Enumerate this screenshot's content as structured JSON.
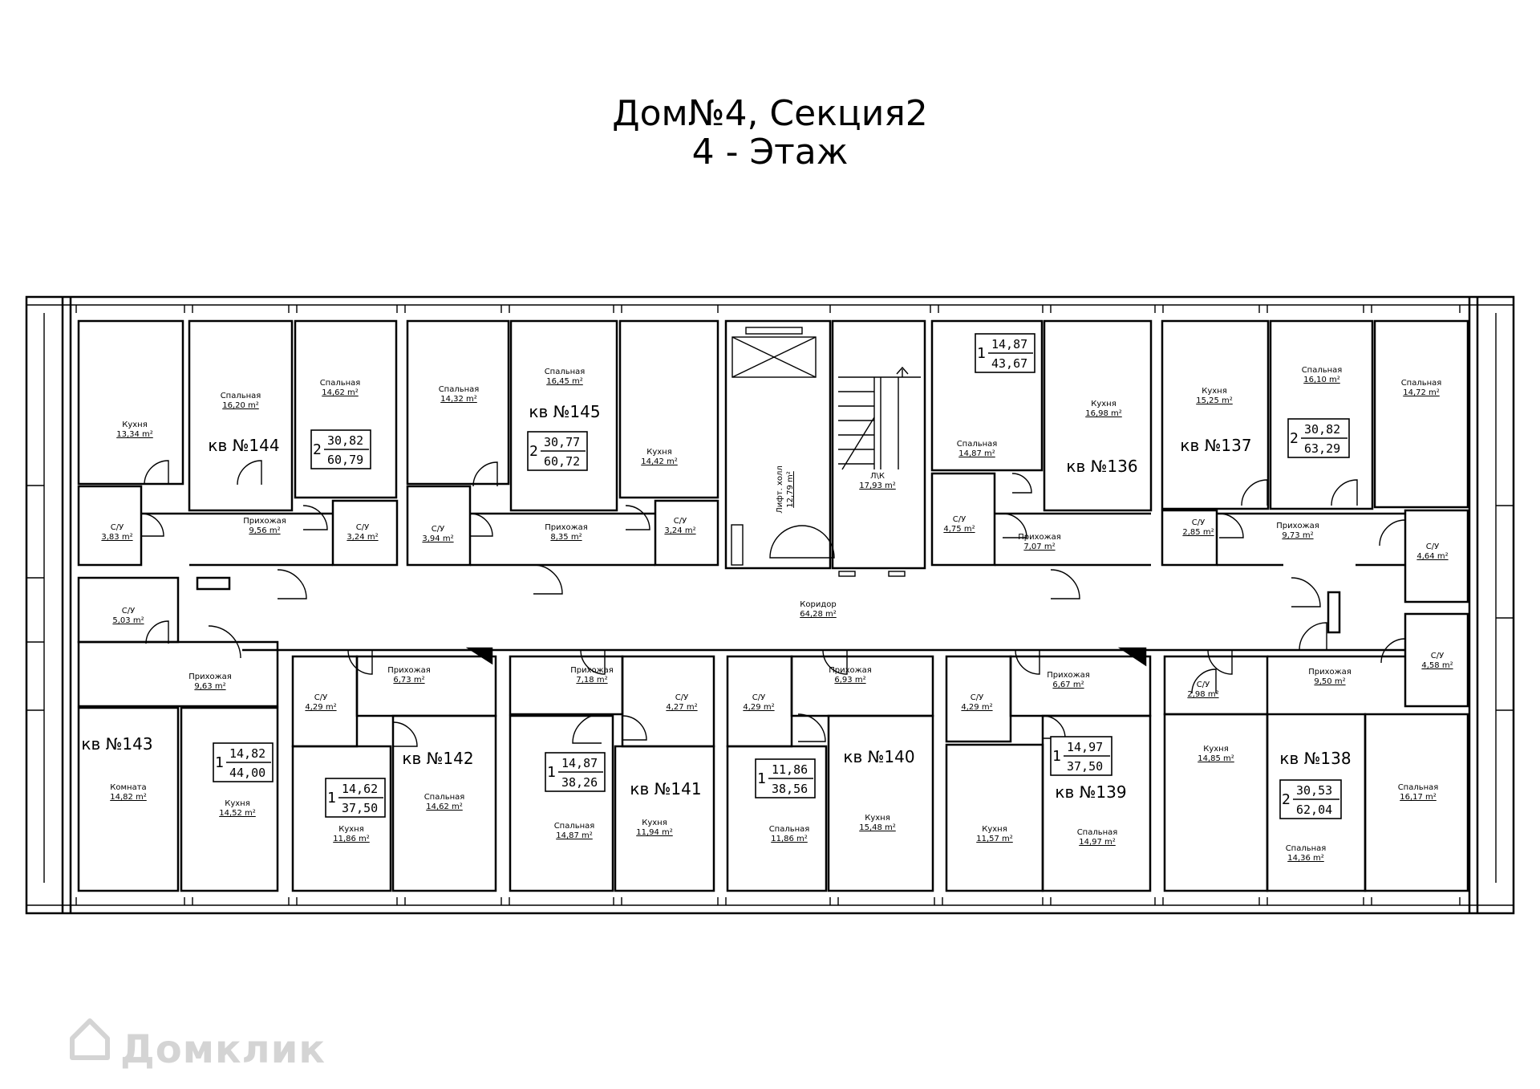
{
  "title": {
    "line1": "Дом№4, Секция2",
    "line2": "4 - Этаж"
  },
  "watermark": "Домклик",
  "apartments": [
    {
      "id": "apt-144",
      "label": "кв №144",
      "rooms": "2",
      "living": "30,82",
      "total": "60,79"
    },
    {
      "id": "apt-145",
      "label": "кв №145",
      "rooms": "2",
      "living": "30,77",
      "total": "60,72"
    },
    {
      "id": "apt-136",
      "label": "кв №136",
      "rooms": "1",
      "living": "14,87",
      "total": "43,67"
    },
    {
      "id": "apt-137",
      "label": "кв №137",
      "rooms": "2",
      "living": "30,82",
      "total": "63,29"
    },
    {
      "id": "apt-143",
      "label": "кв №143",
      "rooms": "1",
      "living": "14,82",
      "total": "44,00"
    },
    {
      "id": "apt-142",
      "label": "кв №142",
      "rooms": "1",
      "living": "14,62",
      "total": "37,50"
    },
    {
      "id": "apt-141",
      "label": "кв №141",
      "rooms": "1",
      "living": "14,87",
      "total": "38,26"
    },
    {
      "id": "apt-140",
      "label": "кв №140",
      "rooms": "1",
      "living": "11,86",
      "total": "38,56"
    },
    {
      "id": "apt-139",
      "label": "кв №139",
      "rooms": "1",
      "living": "14,97",
      "total": "37,50"
    },
    {
      "id": "apt-138",
      "label": "кв №138",
      "rooms": "2",
      "living": "30,53",
      "total": "62,04"
    }
  ],
  "rooms": [
    {
      "name": "Кухня",
      "area": "13,34 m²"
    },
    {
      "name": "Спальная",
      "area": "16,20 m²"
    },
    {
      "name": "Спальная",
      "area": "14,62 m²"
    },
    {
      "name": "С/У",
      "area": "3,83 m²"
    },
    {
      "name": "Прихожая",
      "area": "9,56 m²"
    },
    {
      "name": "С/У",
      "area": "3,24 m²"
    },
    {
      "name": "Спальная",
      "area": "14,32 m²"
    },
    {
      "name": "Спальная",
      "area": "16,45 m²"
    },
    {
      "name": "Кухня",
      "area": "14,42 m²"
    },
    {
      "name": "С/У",
      "area": "3,94 m²"
    },
    {
      "name": "Прихожая",
      "area": "8,35 m²"
    },
    {
      "name": "С/У",
      "area": "3,24 m²"
    },
    {
      "name": "Лифт. холл",
      "area": "12,79 m²"
    },
    {
      "name": "Л\\К",
      "area": "17,93 m²"
    },
    {
      "name": "Спальная",
      "area": "14,87 m²"
    },
    {
      "name": "Кухня",
      "area": "16,98 m²"
    },
    {
      "name": "С/У",
      "area": "4,75 m²"
    },
    {
      "name": "Прихожая",
      "area": "7,07 m²"
    },
    {
      "name": "Кухня",
      "area": "15,25 m²"
    },
    {
      "name": "Спальная",
      "area": "16,10 m²"
    },
    {
      "name": "Спальная",
      "area": "14,72 m²"
    },
    {
      "name": "С/У",
      "area": "2,85 m²"
    },
    {
      "name": "Прихожая",
      "area": "9,73 m²"
    },
    {
      "name": "С/У",
      "area": "4,64 m²"
    },
    {
      "name": "Коридор",
      "area": "64,28 m²"
    },
    {
      "name": "С/У",
      "area": "5,03 m²"
    },
    {
      "name": "Прихожая",
      "area": "9,63 m²"
    },
    {
      "name": "Комната",
      "area": "14,82 m²"
    },
    {
      "name": "Кухня",
      "area": "14,52 m²"
    },
    {
      "name": "С/У",
      "area": "4,29 m²"
    },
    {
      "name": "Прихожая",
      "area": "6,73 m²"
    },
    {
      "name": "Кухня",
      "area": "11,86 m²"
    },
    {
      "name": "Спальная",
      "area": "14,62 m²"
    },
    {
      "name": "Прихожая",
      "area": "7,18 m²"
    },
    {
      "name": "С/У",
      "area": "4,27 m²"
    },
    {
      "name": "Спальная",
      "area": "14,87 m²"
    },
    {
      "name": "Кухня",
      "area": "11,94 m²"
    },
    {
      "name": "С/У",
      "area": "4,29 m²"
    },
    {
      "name": "Прихожая",
      "area": "6,93 m²"
    },
    {
      "name": "Спальная",
      "area": "11,86 m²"
    },
    {
      "name": "Кухня",
      "area": "15,48 m²"
    },
    {
      "name": "С/У",
      "area": "4,29 m²"
    },
    {
      "name": "Прихожая",
      "area": "6,67 m²"
    },
    {
      "name": "Кухня",
      "area": "11,57 m²"
    },
    {
      "name": "Спальная",
      "area": "14,97 m²"
    },
    {
      "name": "С/У",
      "area": "2,98 m²"
    },
    {
      "name": "Прихожая",
      "area": "9,50 m²"
    },
    {
      "name": "С/У",
      "area": "4,58 m²"
    },
    {
      "name": "Кухня",
      "area": "14,85 m²"
    },
    {
      "name": "Спальная",
      "area": "14,36 m²"
    },
    {
      "name": "Спальная",
      "area": "16,17 m²"
    }
  ]
}
